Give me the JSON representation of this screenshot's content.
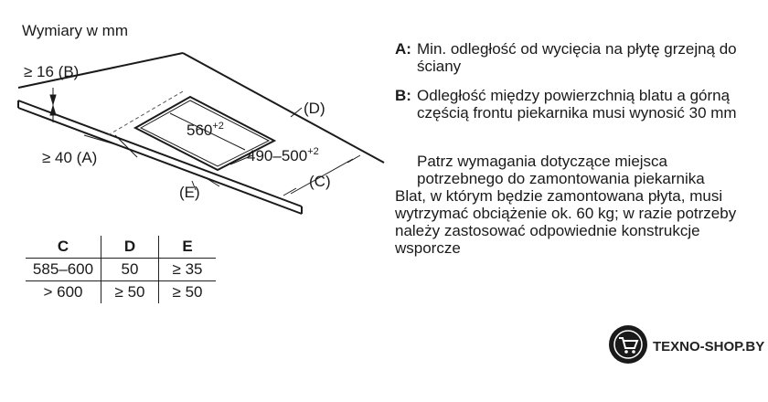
{
  "title": "Wymiary w mm",
  "diagram": {
    "label_b": "≥ 16 (B)",
    "label_a": "≥ 40 (A)",
    "label_cutout_width": "560",
    "label_cutout_width_tol": "+2",
    "label_cutout_depth": "490–500",
    "label_cutout_depth_tol": "+2",
    "label_d": "(D)",
    "label_c": "(C)",
    "label_e": "(E)"
  },
  "table": {
    "headers": [
      "C",
      "D",
      "E"
    ],
    "rows": [
      [
        "585–600",
        "50",
        "≥ 35"
      ],
      [
        "> 600",
        "≥ 50",
        "≥ 50"
      ]
    ]
  },
  "notes": {
    "a_key": "A:",
    "a_text": "Min. odległość od wycięcia na płytę grzejną do ściany",
    "b_key": "B:",
    "b_text": "Odległość między powierzchnią blatu a górną częścią frontu piekarnika musi wynosić 30 mm",
    "requirements": "Patrz wymagania dotyczące miejsca potrzebnego do zamontowania piekarnika",
    "counter": "Blat, w którym będzie zamontowana płyta, musi wytrzymać obciążenie ok. 60 kg; w razie potrzeby należy zastosować odpowiednie konstrukcje wsporcze"
  },
  "logo": {
    "text": "TEXNO-SHOP.BY"
  }
}
